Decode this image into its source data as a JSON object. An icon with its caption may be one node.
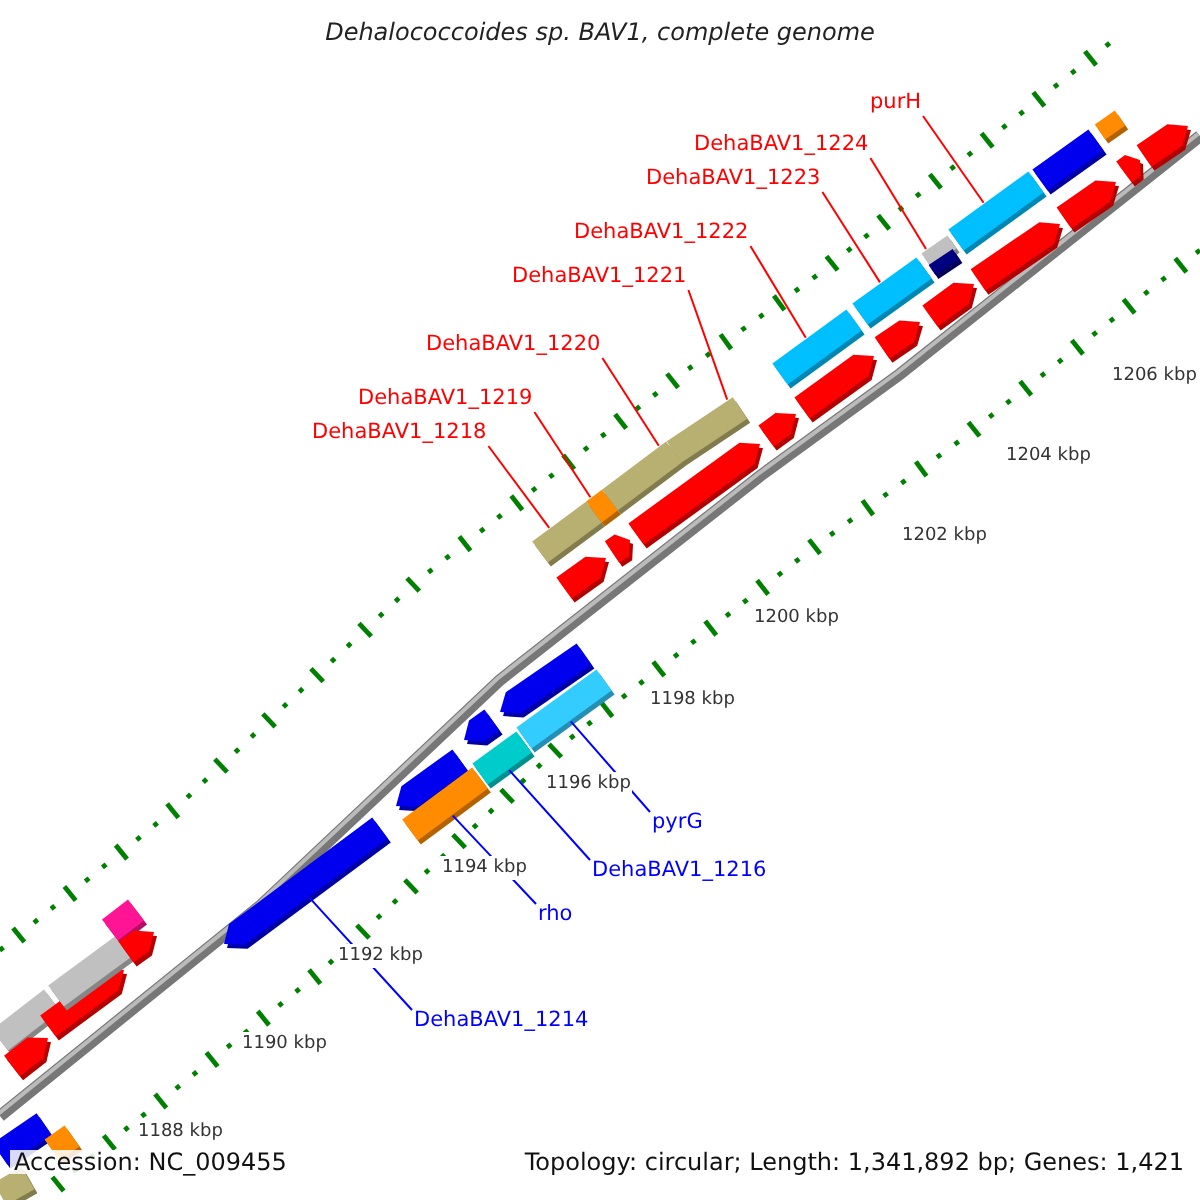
{
  "diagram": {
    "title": "Dehalococcoides sp. BAV1, complete genome",
    "nodes": [
      {
        "text": [
          "purH"
        ]
      },
      {
        "text": [
          "DehaBAV1_1224"
        ]
      },
      {
        "text": [
          "DehaBAV1_1223"
        ]
      },
      {
        "text": [
          "DehaBAV1_1222"
        ]
      },
      {
        "text": [
          "DehaBAV1_1221"
        ]
      },
      {
        "text": [
          "DehaBAV1_1220"
        ]
      },
      {
        "text": [
          "DehaBAV1_1219"
        ]
      },
      {
        "text": [
          "DehaBAV1_1218"
        ]
      },
      {
        "text": [
          "pyrG"
        ]
      },
      {
        "text": [
          "DehaBAV1_1216"
        ]
      },
      {
        "text": [
          "rho"
        ]
      },
      {
        "text": [
          "DehaBAV1_1214"
        ]
      },
      {
        "text": [],
        "shape": "bar"
      },
      {
        "text": [],
        "shape": "bar"
      },
      {
        "text": [],
        "shape": "bar"
      },
      {
        "text": [],
        "shape": "arrow"
      },
      {
        "text": [],
        "shape": "arrow"
      },
      {
        "text": [],
        "shape": "bar"
      },
      {
        "text": [],
        "shape": "bar"
      },
      {
        "text": [],
        "shape": "bar"
      },
      {
        "text": [],
        "shape": "arrow"
      },
      {
        "text": [],
        "shape": "arrow"
      },
      {
        "text": [],
        "shape": "arrow"
      },
      {
        "text": [],
        "shape": "bar"
      },
      {
        "text": [],
        "shape": "arrow"
      },
      {
        "text": [],
        "shape": "bar"
      },
      {
        "text": [],
        "shape": "arrow"
      },
      {
        "text": [],
        "shape": "bar"
      },
      {
        "text": [],
        "shape": "bar"
      },
      {
        "text": [],
        "shape": "arrow"
      },
      {
        "text": [],
        "shape": "bar"
      },
      {
        "text": [],
        "shape": "bar"
      },
      {
        "text": [],
        "shape": "arrow"
      },
      {
        "text": [],
        "shape": "arrow"
      },
      {
        "text": [],
        "shape": "bar"
      },
      {
        "text": [],
        "shape": "arrow"
      },
      {
        "text": [],
        "shape": "bar"
      },
      {
        "text": [],
        "shape": "arrow"
      },
      {
        "text": [],
        "shape": "bar"
      },
      {
        "text": [],
        "shape": "arrow"
      },
      {
        "text": [],
        "shape": "bar"
      },
      {
        "text": [],
        "shape": "arrow"
      },
      {
        "text": [],
        "shape": "bar"
      },
      {
        "text": [],
        "shape": "arrow"
      },
      {
        "text": [],
        "shape": "bar"
      },
      {
        "text": [],
        "shape": "arrow"
      },
      {
        "text": [],
        "shape": "bar"
      },
      {
        "text": [],
        "shape": "arrow"
      },
      {
        "text": [],
        "shape": "arrow"
      }
    ],
    "edges": [
      {
        "from": 0,
        "to": 42,
        "arrow": "none"
      },
      {
        "from": 1,
        "to": 40,
        "arrow": "none"
      },
      {
        "from": 2,
        "to": 38,
        "arrow": "none"
      },
      {
        "from": 3,
        "to": 36,
        "arrow": "none"
      },
      {
        "from": 4,
        "to": 34,
        "arrow": "none"
      },
      {
        "from": 5,
        "to": 31,
        "arrow": "none"
      },
      {
        "from": 6,
        "to": 30,
        "arrow": "none"
      },
      {
        "from": 7,
        "to": 28,
        "arrow": "none"
      },
      {
        "from": 8,
        "to": 27,
        "arrow": "none",
        "color": "#0000ff"
      },
      {
        "from": 9,
        "to": 25,
        "arrow": "none",
        "color": "#0000ff"
      },
      {
        "from": 10,
        "to": 23,
        "arrow": "none",
        "color": "#0000ff"
      },
      {
        "from": 11,
        "to": 21,
        "arrow": "none",
        "color": "#0000ff"
      }
    ],
    "labels": [
      "1206 kbp",
      "1204 kbp",
      "1202 kbp",
      "1200 kbp",
      "1198 kbp",
      "1196 kbp",
      "1194 kbp",
      "1192 kbp",
      "1190 kbp",
      "1188 kbp",
      "Accession: NC_009455",
      "Topology: circular; Length: 1,341,892 bp; Genes: 1,421"
    ]
  }
}
